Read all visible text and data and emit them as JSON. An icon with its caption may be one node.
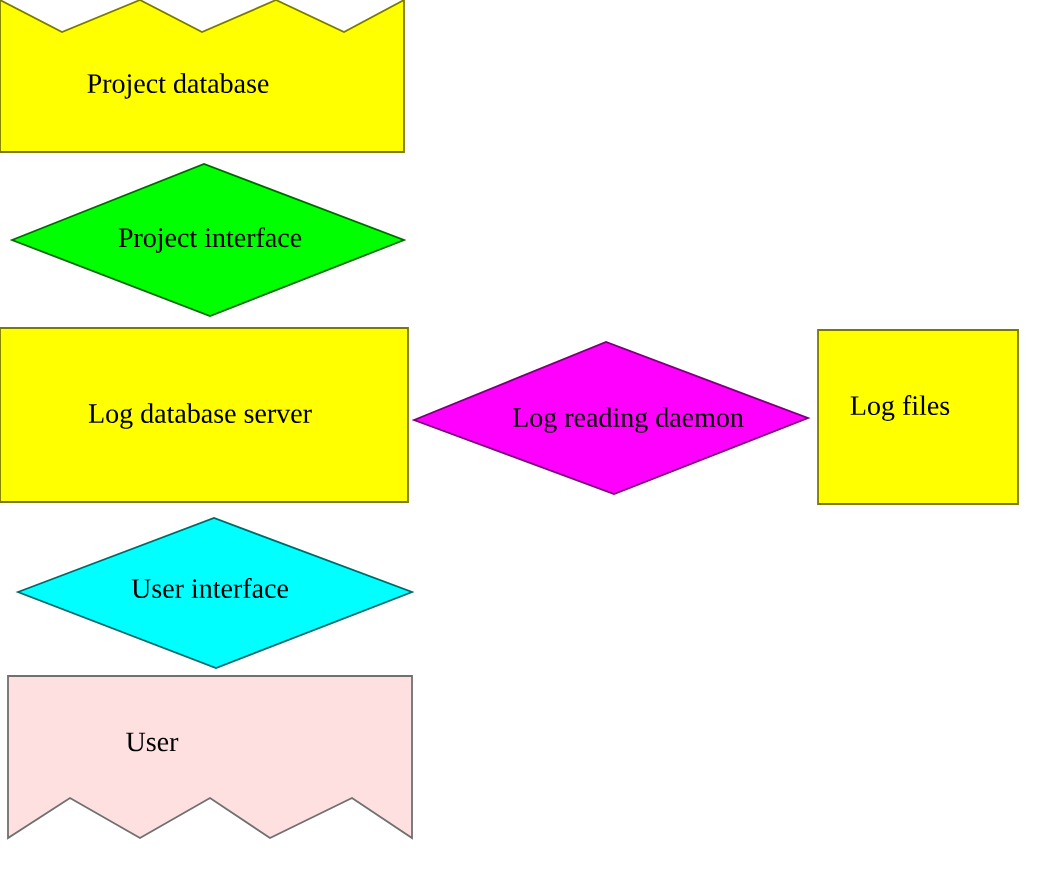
{
  "diagram": {
    "nodes": [
      {
        "text": [
          "Project database"
        ]
      },
      {
        "text": [
          "Project interface"
        ]
      },
      {
        "text": [
          "Log database server"
        ]
      },
      {
        "text": [
          "Log reading daemon"
        ]
      },
      {
        "text": [
          "Log files"
        ]
      },
      {
        "text": [
          "User interface"
        ]
      },
      {
        "text": [
          "User"
        ]
      }
    ]
  }
}
